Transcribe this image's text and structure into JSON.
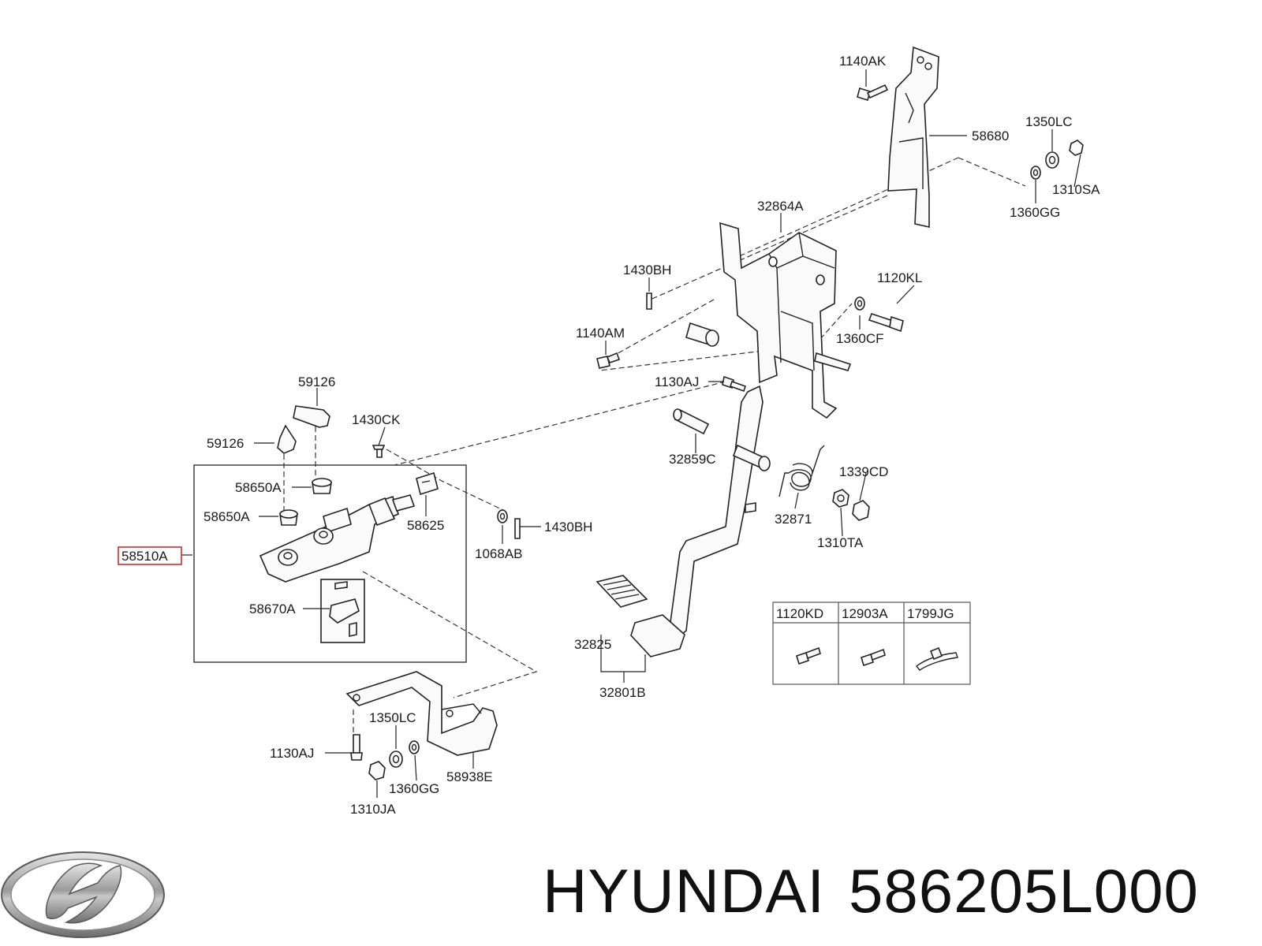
{
  "callouts": {
    "c1140AK": "1140AK",
    "c58680": "58680",
    "c1350LC_top": "1350LC",
    "c1310SA": "1310SA",
    "c1360GG_top": "1360GG",
    "c32864A": "32864A",
    "c1430BH_top": "1430BH",
    "c1120KL": "1120KL",
    "c1140AM": "1140AM",
    "c1360CF": "1360CF",
    "c1130AJ_top": "1130AJ",
    "c59126_top": "59126",
    "c59126_left": "59126",
    "c1430CK": "1430CK",
    "c32859C": "32859C",
    "c1339CD": "1339CD",
    "c58650A_1": "58650A",
    "c58650A_2": "58650A",
    "c58625": "58625",
    "c32871": "32871",
    "c1310TA": "1310TA",
    "c1430BH_mid": "1430BH",
    "c58510A": "58510A",
    "c1068AB": "1068AB",
    "c58670A": "58670A",
    "c32825": "32825",
    "c32801B": "32801B",
    "c1350LC_bot": "1350LC",
    "c1130AJ_bot": "1130AJ",
    "c58938E": "58938E",
    "c1360GG_bot": "1360GG",
    "c1310JA": "1310JA"
  },
  "parts_table": {
    "headers": [
      "1120KD",
      "12903A",
      "1799JG"
    ]
  },
  "highlighted_part": "58510A",
  "brand": {
    "name": "HYUNDAI",
    "part_number": "586205L000",
    "logo_icon": "hyundai-logo-icon"
  }
}
